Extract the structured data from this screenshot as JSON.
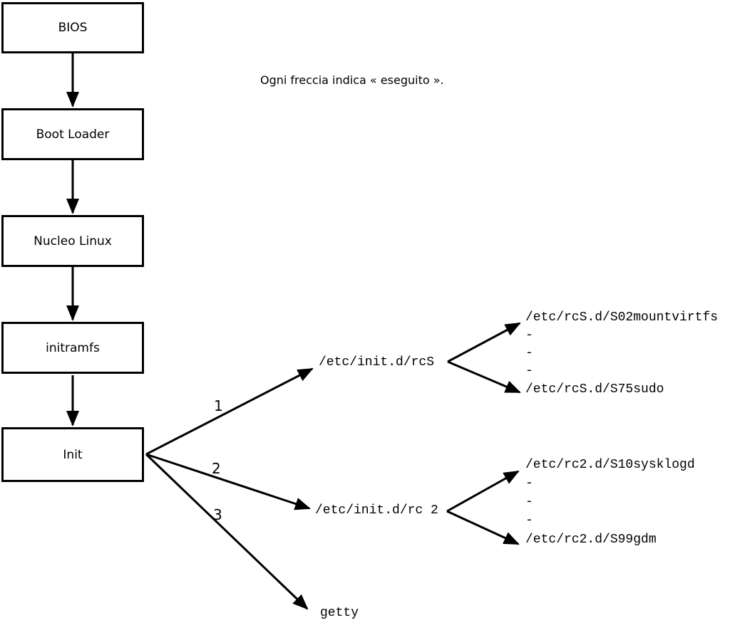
{
  "caption": "Ogni freccia indica « eseguito ».",
  "boxes": [
    {
      "label": "BIOS"
    },
    {
      "label": "Boot Loader"
    },
    {
      "label": "Nucleo Linux"
    },
    {
      "label": "initramfs"
    },
    {
      "label": "Init"
    }
  ],
  "branches": [
    {
      "number": "1",
      "target": "/etc/init.d/rcS"
    },
    {
      "number": "2",
      "target": "/etc/init.d/rc 2"
    },
    {
      "number": "3",
      "target": "getty"
    }
  ],
  "rcS_leaves": [
    "/etc/rcS.d/S02mountvirtfs",
    "-",
    "-",
    "-",
    "/etc/rcS.d/S75sudo"
  ],
  "rc2_leaves": [
    "/etc/rc2.d/S10sysklogd",
    "-",
    "-",
    "-",
    "/etc/rc2.d/S99gdm"
  ],
  "colors": {
    "ink": "#000000",
    "background": "#ffffff"
  }
}
